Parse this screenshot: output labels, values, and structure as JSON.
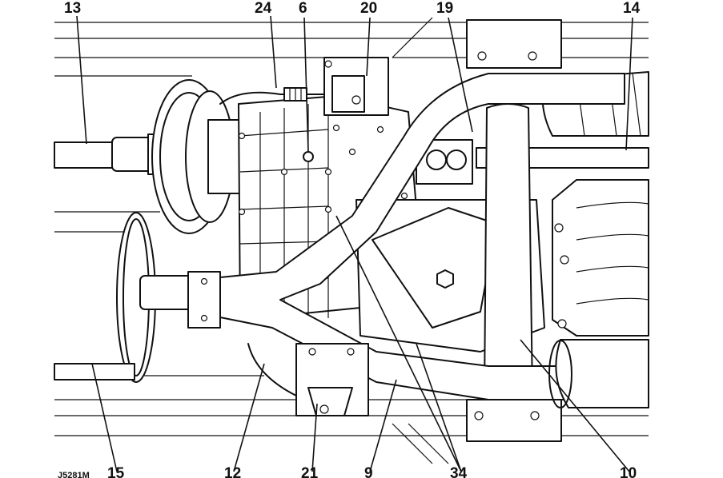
{
  "figure": {
    "reference_code": "J5281M"
  },
  "callouts": [
    {
      "id": "13",
      "text": "13"
    },
    {
      "id": "24",
      "text": "24"
    },
    {
      "id": "6",
      "text": "6"
    },
    {
      "id": "20",
      "text": "20"
    },
    {
      "id": "19",
      "text": "19"
    },
    {
      "id": "14",
      "text": "14"
    },
    {
      "id": "15",
      "text": "15"
    },
    {
      "id": "12",
      "text": "12"
    },
    {
      "id": "21",
      "text": "21"
    },
    {
      "id": "9",
      "text": "9"
    },
    {
      "id": "34",
      "text": "34"
    },
    {
      "id": "10",
      "text": "10"
    }
  ]
}
